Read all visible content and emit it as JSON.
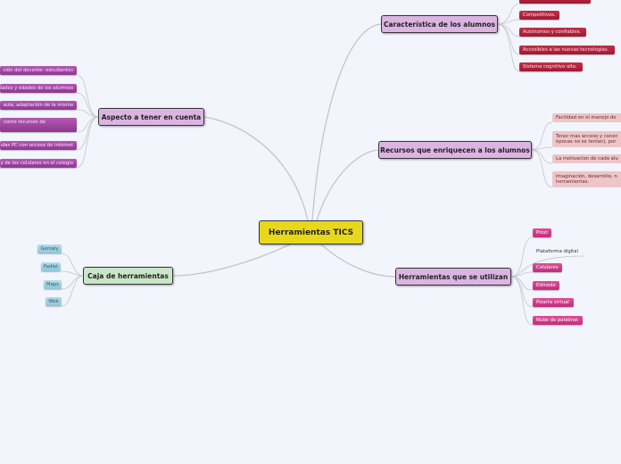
{
  "central": {
    "label": "Herramientas TICS",
    "color": "#e8d81c"
  },
  "aspecto": {
    "label": "Aspecto a tener en cuenta",
    "items": [
      "ción del docente- estudiantes",
      "dades y edades de los alumnos",
      "aula, adaptación de la misma",
      "como recursos de",
      "ulas PC con acceso de internet",
      "y de los celulares en el colegio"
    ]
  },
  "caracteristica": {
    "label": "Característica de los alumnos",
    "items": [
      "",
      "Competitivos.",
      "Autónomos y confiables.",
      "Accesibles a las nuevas tecnologías.",
      "Sistema cognitivo alto."
    ]
  },
  "recursos": {
    "label": "Recursos que enriquecen a los alumnos",
    "items": [
      "Facilidad en el manejo de",
      "Tener mas acceso y conoc épocas no se tenían), por",
      "La motivacion de cada alu",
      "Imaginación, desarrollo, n herramientas."
    ]
  },
  "herramientas": {
    "label": "Herramientas que se utilizan",
    "items": [
      "Prezi",
      "Plataforma digital",
      "Celulares",
      "Edmodo",
      "Pizarra virtual",
      "Nube de palabras"
    ]
  },
  "caja": {
    "label": "Caja de herramientas",
    "color": "#c8e6c8",
    "items": [
      "Genialy",
      "Padlet",
      "Maps",
      "Web"
    ]
  }
}
